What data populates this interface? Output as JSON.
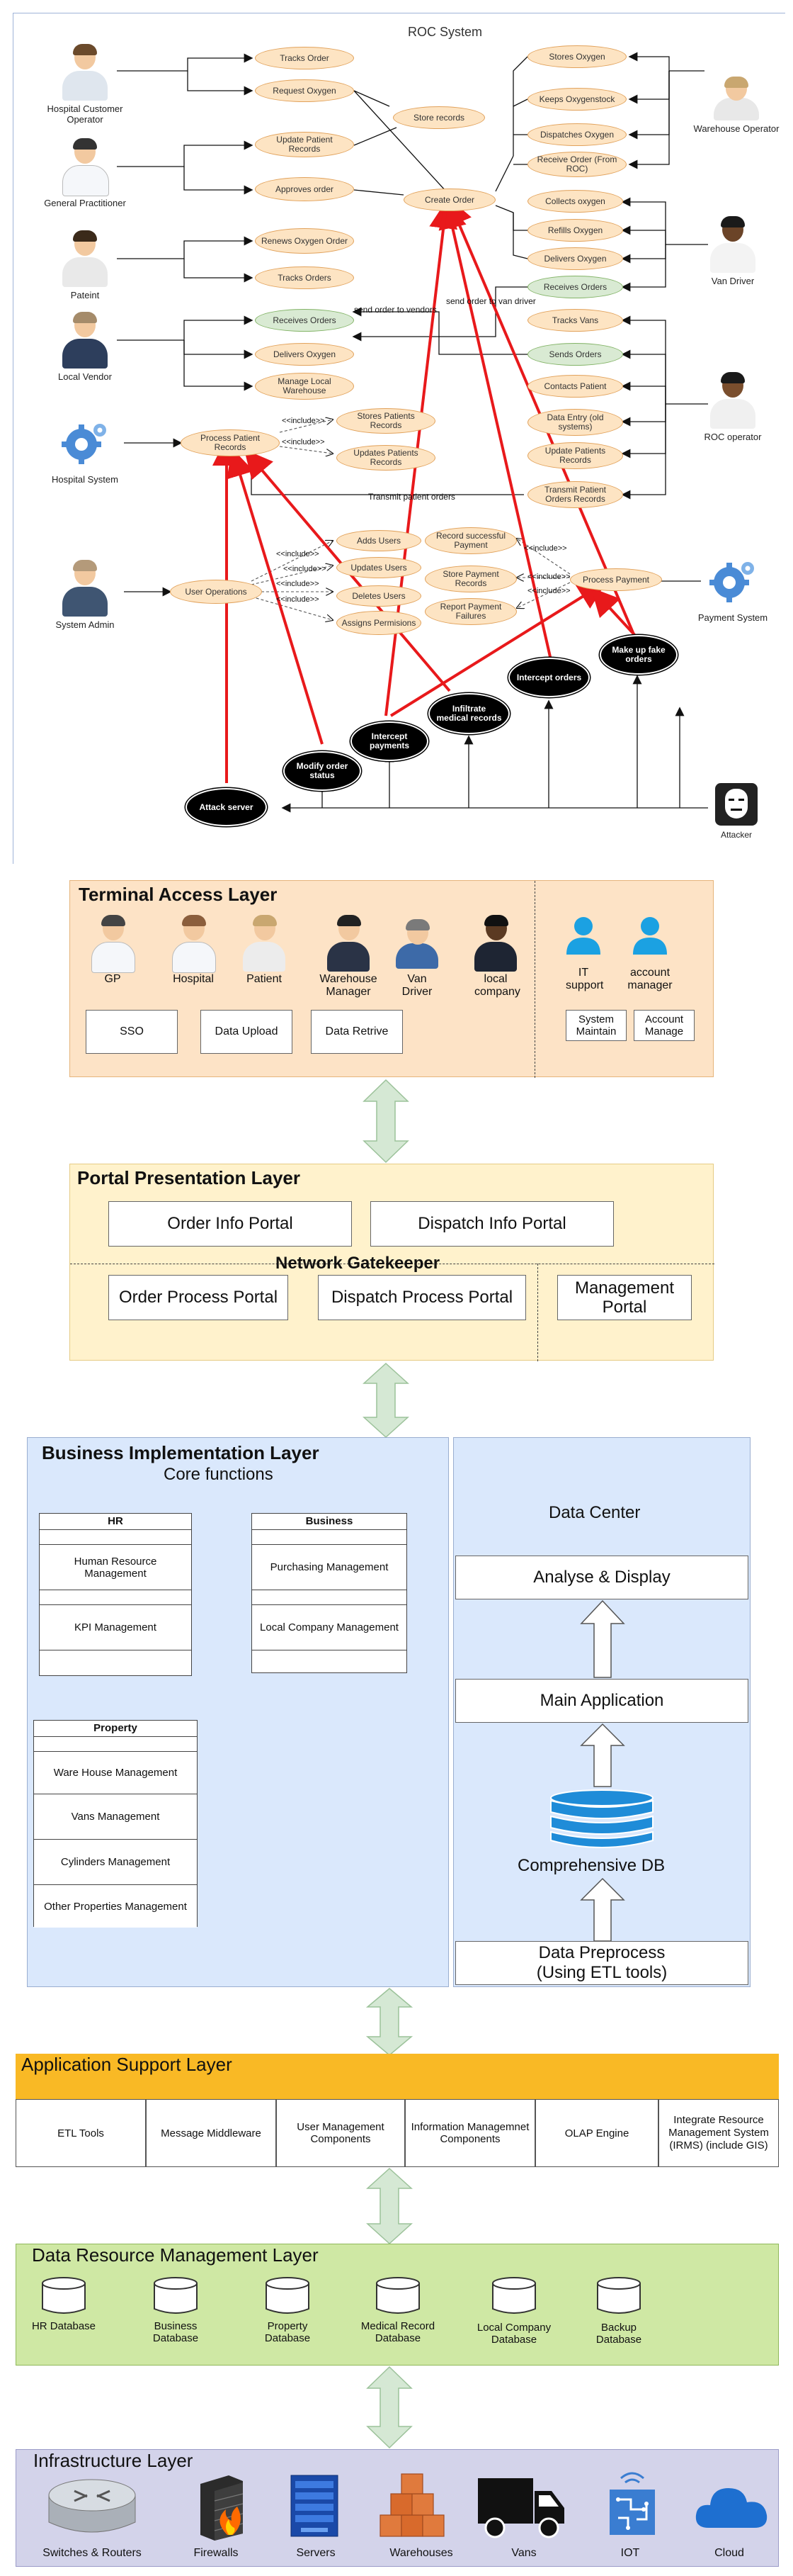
{
  "uml": {
    "title": "ROC System",
    "actors": {
      "hco": "Hospital Customer Operator",
      "gp": "General Practitioner",
      "patient": "Pateint",
      "vendor": "Local Vendor",
      "hospital_system": "Hospital System",
      "admin": "System Admin",
      "warehouse_operator": "Warehouse Operator",
      "van_driver": "Van Driver",
      "roc_operator": "ROC operator",
      "payment_system": "Payment System",
      "attacker": "Attacker"
    },
    "use_cases": {
      "tracks_order": "Tracks Order",
      "request_oxygen": "Request Oxygen",
      "store_records": "Store records",
      "update_patient_records": "Update Patient Records",
      "approves_order": "Approves order",
      "create_order": "Create Order",
      "renews_oxygen_order": "Renews Oxygen Order",
      "tracks_orders_patient": "Tracks Orders",
      "receives_orders_vendor": "Receives Orders",
      "delivers_oxygen_vendor": "Delivers Oxygen",
      "manage_local_warehouse": "Manage Local Warehouse",
      "process_patient_records": "Process Patient Records",
      "stores_patients_records": "Stores Patients Records",
      "updates_patients_records": "Updates Patients Records",
      "stores_oxygen": "Stores Oxygen",
      "keeps_oxygenstock": "Keeps Oxygenstock",
      "dispatches_oxygen": "Dispatches Oxygen",
      "receive_order_roc": "Receive Order (From ROC)",
      "collects_oxygen": "Collects oxygen",
      "refills_oxygen": "Refills Oxygen",
      "delivers_oxygen_van": "Delivers Oxygen",
      "receives_orders_van": "Receives Orders",
      "tracks_vans": "Tracks Vans",
      "sends_orders": "Sends Orders",
      "contacts_patient": "Contacts Patient",
      "data_entry": "Data Entry (old systems)",
      "update_patients_records_roc": "Update Patients Records",
      "transmit_patient_orders_records": "Transmit Patient Orders Records",
      "adds_users": "Adds Users",
      "updates_users": "Updates Users",
      "deletes_users": "Deletes Users",
      "assigns_permissions": "Assigns Permisions",
      "user_operations": "User Operations",
      "record_successful_payment": "Record successful Payment",
      "store_payment_records": "Store Payment Records",
      "report_payment_failures": "Report Payment Failures",
      "process_payment": "Process Payment"
    },
    "edge_labels": {
      "send_to_vendors": "send order to vendors",
      "send_to_van": "send order to van driver",
      "transmit": "Transmit patient orders",
      "include": "<<include>>"
    },
    "attacks": {
      "attack_server": "Attack server",
      "modify_order_status": "Modify order status",
      "intercept_payments": "Intercept payments",
      "infiltrate_medical_records": "Infiltrate medical records",
      "intercept_orders": "Intercept orders",
      "make_fake_orders": "Make up fake orders"
    }
  },
  "terminal": {
    "title": "Terminal Access Layer",
    "roles": [
      "GP",
      "Hospital",
      "Patient",
      "Warehouse Manager",
      "Van Driver",
      "local company"
    ],
    "support_roles": [
      "IT support",
      "account manager"
    ],
    "buttons": [
      "SSO",
      "Data Upload",
      "Data Retrive"
    ],
    "support_buttons": [
      "System Maintain",
      "Account Manage"
    ]
  },
  "portal": {
    "title": "Portal Presentation Layer",
    "order_info": "Order Info Portal",
    "dispatch_info": "Dispatch Info Portal",
    "gatekeeper": "Network Gatekeeper",
    "order_process": "Order Process Portal",
    "dispatch_process": "Dispatch Process Portal",
    "management": "Management Portal"
  },
  "business": {
    "title": "Business Implementation Layer",
    "core": "Core functions",
    "hr": {
      "header": "HR",
      "items": [
        "Human Resource Management",
        "KPI Management"
      ]
    },
    "biz": {
      "header": "Business",
      "items": [
        "Purchasing Management",
        "Local Company Management"
      ]
    },
    "property": {
      "header": "Property",
      "items": [
        "Ware House Management",
        "Vans Management",
        "Cylinders Management",
        "Other Properties Management"
      ]
    },
    "data_center": "Data Center",
    "analyse": "Analyse & Display",
    "main_app": "Main Application",
    "db": "Comprehensive DB",
    "preprocess": "Data Preprocess\n(Using ETL tools)"
  },
  "app_support": {
    "title": "Application Support Layer",
    "cells": [
      "ETL Tools",
      "Message Middleware",
      "User Management Components",
      "Information Managemnet Components",
      "OLAP Engine",
      "Integrate Resource Management System (IRMS) (include GIS)"
    ]
  },
  "data_resource": {
    "title": "Data Resource Management Layer",
    "dbs": [
      "HR Database",
      "Business Database",
      "Property Database",
      "Medical Record Database",
      "Local Company Database",
      "Backup Database"
    ]
  },
  "infrastructure": {
    "title": "Infrastructure Layer",
    "items": [
      "Switches & Routers",
      "Firewalls",
      "Servers",
      "Warehouses",
      "Vans",
      "IOT",
      "Cloud"
    ]
  },
  "colors": {
    "uc_fill": "#fde4c3",
    "uc_green": "#d9ead3",
    "attack_line": "#e8191b",
    "terminal_bg": "#fde3c6",
    "portal_bg": "#fff2cc",
    "business_bg": "#dae8fc",
    "app_header": "#f9b925",
    "data_resource_bg": "#cfe8a4",
    "infra_bg": "#d3d3ea",
    "arrow_green": "#d5e8d4"
  }
}
